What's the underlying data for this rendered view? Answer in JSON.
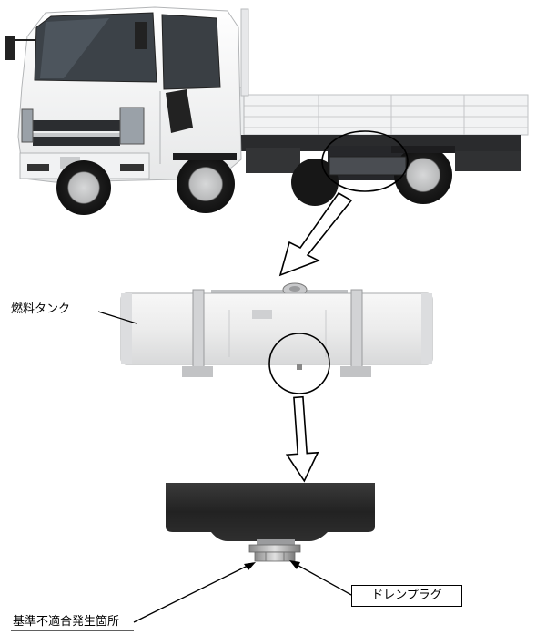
{
  "labels": {
    "fuel_tank": "燃料タンク",
    "drain_plug": "ドレンプラグ",
    "defect_location": "基準不適合発生箇所"
  },
  "colors": {
    "cab_white": "#f4f5f6",
    "chassis_dark": "#2a2b2d",
    "tank_silver": "#e9eaeb",
    "tank_dark": "#2c2c2c",
    "tire_black": "#1c1c1c",
    "line": "#000000"
  }
}
